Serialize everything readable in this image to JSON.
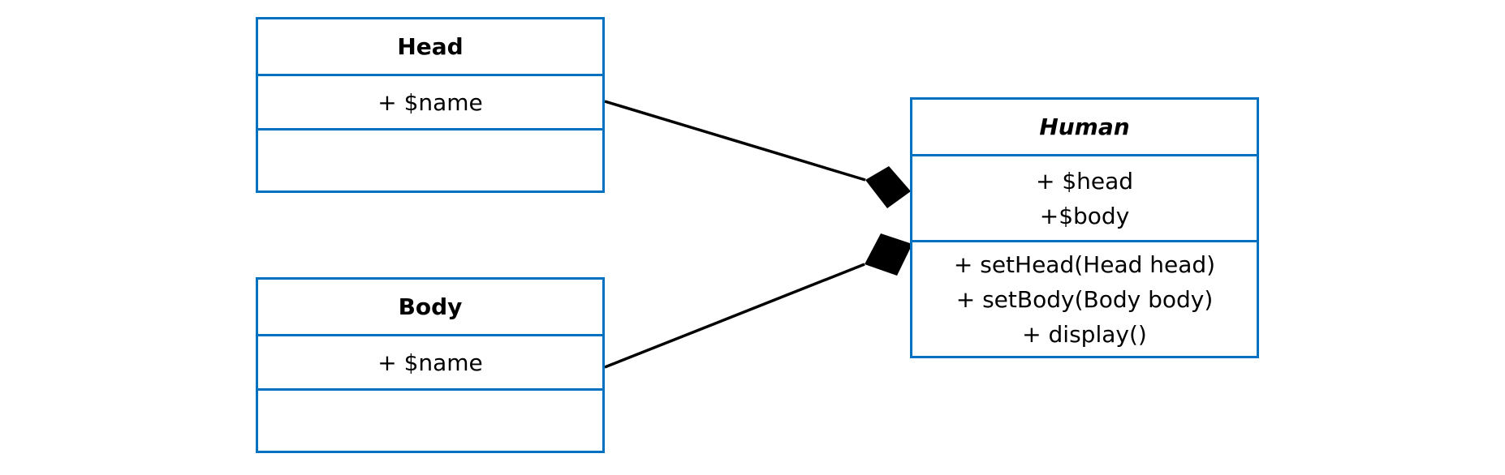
{
  "classes": {
    "head": {
      "name": "Head",
      "attributes": [
        "+ $name"
      ],
      "methods": []
    },
    "body": {
      "name": "Body",
      "attributes": [
        "+ $name"
      ],
      "methods": []
    },
    "human": {
      "name": "Human",
      "abstract": true,
      "attributes": [
        "+ $head",
        "+$body"
      ],
      "methods": [
        "+ setHead(Head head)",
        "+ setBody(Body body)",
        "+ display()"
      ]
    }
  },
  "relations": [
    {
      "type": "composition",
      "whole": "Human",
      "part": "Head"
    },
    {
      "type": "composition",
      "whole": "Human",
      "part": "Body"
    }
  ],
  "colors": {
    "class_border": "#0070c0",
    "connector": "#000000"
  }
}
